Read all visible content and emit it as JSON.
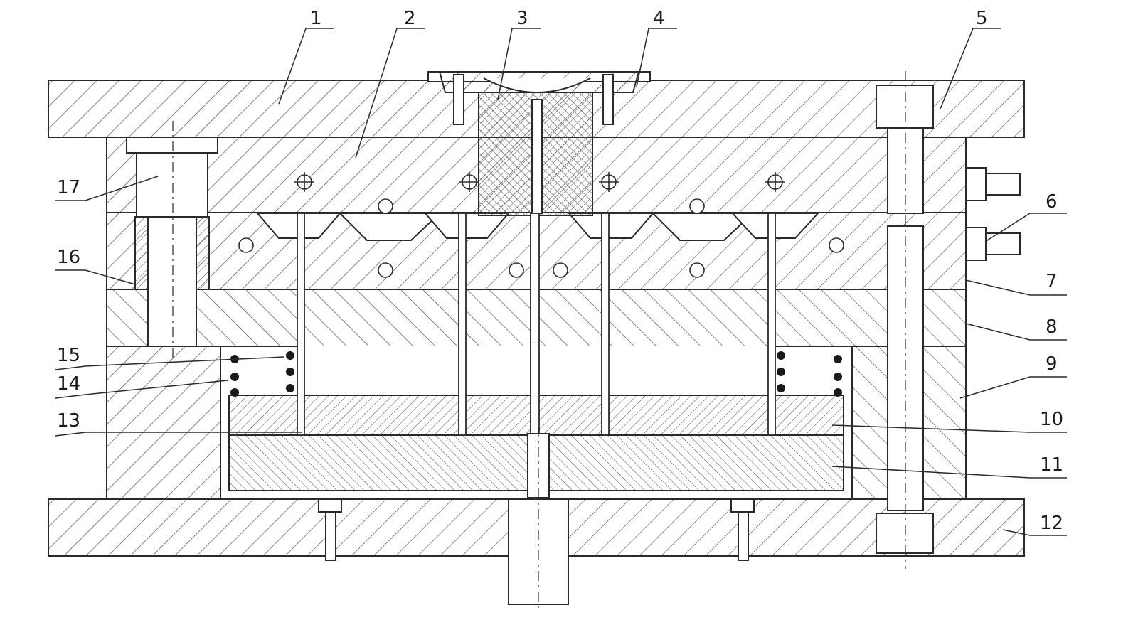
{
  "diagram": {
    "callouts": [
      {
        "id": "1",
        "text": "1"
      },
      {
        "id": "2",
        "text": "2"
      },
      {
        "id": "3",
        "text": "3"
      },
      {
        "id": "4",
        "text": "4"
      },
      {
        "id": "5",
        "text": "5"
      },
      {
        "id": "6",
        "text": "6"
      },
      {
        "id": "7",
        "text": "7"
      },
      {
        "id": "8",
        "text": "8"
      },
      {
        "id": "9",
        "text": "9"
      },
      {
        "id": "10",
        "text": "10"
      },
      {
        "id": "11",
        "text": "11"
      },
      {
        "id": "12",
        "text": "12"
      },
      {
        "id": "13",
        "text": "13"
      },
      {
        "id": "14",
        "text": "14"
      },
      {
        "id": "15",
        "text": "15"
      },
      {
        "id": "16",
        "text": "16"
      },
      {
        "id": "17",
        "text": "17"
      }
    ],
    "colors": {
      "line": "#2a2a2a",
      "hatch": "#4a4a4a",
      "background": "#ffffff"
    }
  }
}
